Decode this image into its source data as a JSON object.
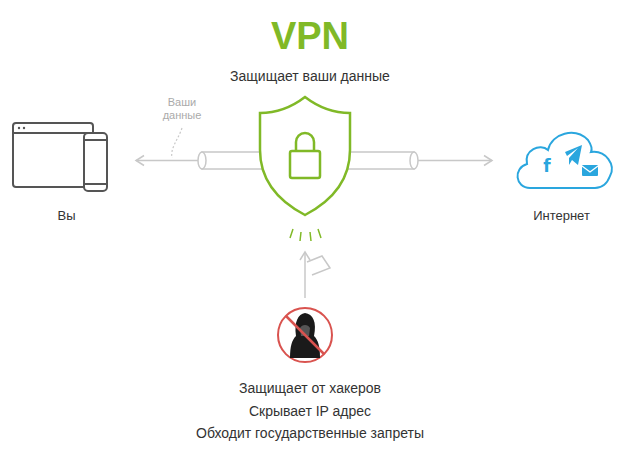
{
  "diagram": {
    "title": "VPN",
    "nodes": [
      {
        "text": [
          "Вы"
        ]
      },
      {
        "text": [
          "Интернет"
        ]
      }
    ],
    "edges": [
      {
        "from": 0,
        "to": 1,
        "arrow": "both"
      }
    ],
    "labels": [
      "Защищает ваши данные",
      "Ваши данные",
      "f",
      "Защищает от хакеров",
      "Скрывает IP адрес",
      "Обходит государственные запреты"
    ]
  }
}
